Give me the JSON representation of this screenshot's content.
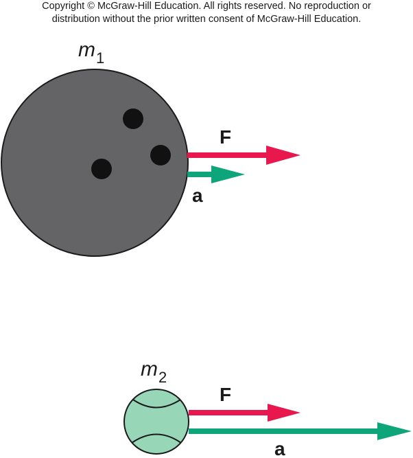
{
  "copyright": {
    "line1": "Copyright © McGraw-Hill Education.  All rights reserved. No reproduction or",
    "line2": "distribution without the prior written consent of McGraw-Hill Education."
  },
  "top": {
    "mass_symbol": "m",
    "mass_subscript": "1",
    "force_label": "F",
    "accel_label": "a",
    "object": "bowling-ball"
  },
  "bottom": {
    "mass_symbol": "m",
    "mass_subscript": "2",
    "force_label": "F",
    "accel_label": "a",
    "object": "tennis-ball"
  },
  "colors": {
    "force": "#e8184f",
    "acceleration": "#0fa57a",
    "bowling_ball": "#646466",
    "tennis_ball": "#98d6b8",
    "outline": "#1a1a1a"
  }
}
